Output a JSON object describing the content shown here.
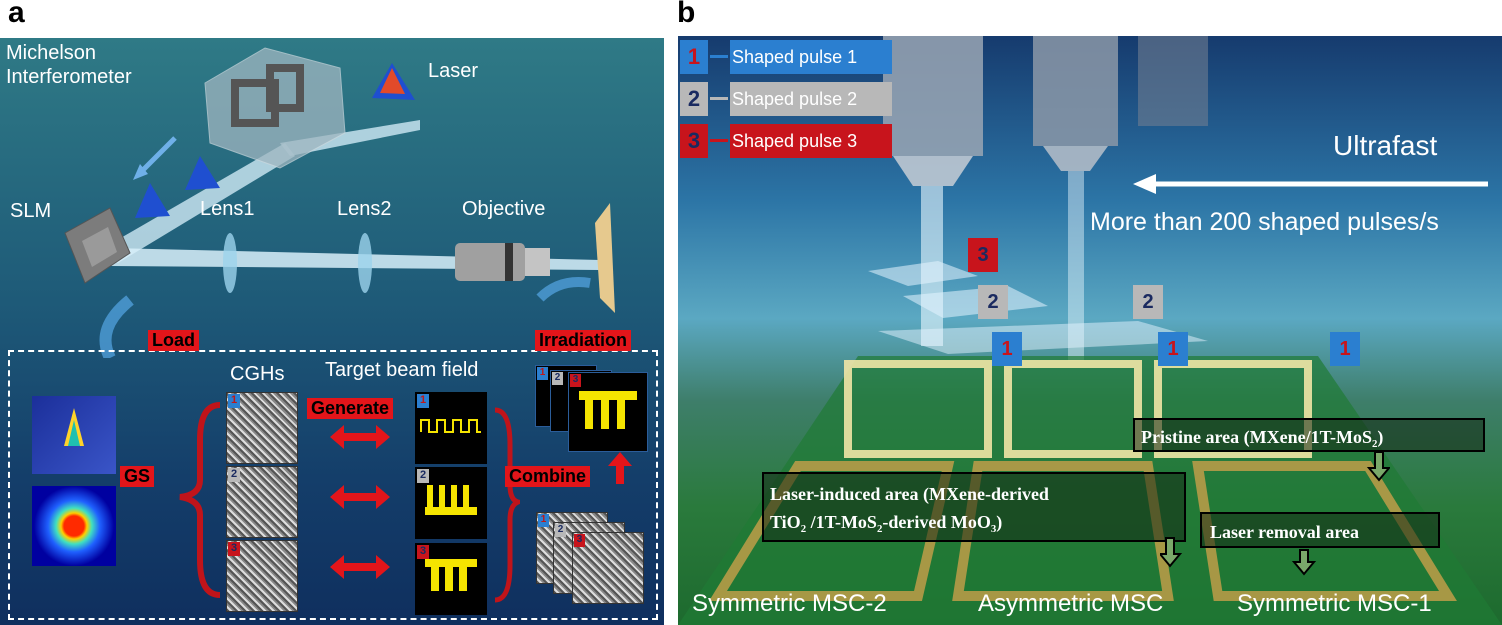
{
  "panel_a": {
    "letter": "a",
    "michelson": "Michelson\nInterferometer",
    "laser": "Laser",
    "slm": "SLM",
    "lens1": "Lens1",
    "lens2": "Lens2",
    "objective": "Objective",
    "load": "Load",
    "irradiation": "Irradiation",
    "cghs": "CGHs",
    "target_beam_field": "Target beam field",
    "generate": "Generate",
    "combine": "Combine",
    "gs": "GS",
    "tags": [
      "1",
      "2",
      "3"
    ]
  },
  "panel_b": {
    "letter": "b",
    "legend": [
      {
        "num": "1",
        "label": "Shaped pulse 1",
        "color": "#2b7fd0"
      },
      {
        "num": "2",
        "label": "Shaped pulse 2",
        "color": "#b8b8b8"
      },
      {
        "num": "3",
        "label": "Shaped pulse 3",
        "color": "#c8141c"
      }
    ],
    "ultrafast": "Ultrafast",
    "rate": "More than 200 shaped pulses/s",
    "pristine_prefix": "Pristine area (MXene/1T-MoS",
    "pristine_sub": "2",
    "pristine_suffix": ")",
    "laser_induced_line1": "Laser-induced area (MXene-derived",
    "laser_induced_l2_a": "TiO",
    "laser_induced_l2_b": "2",
    "laser_induced_l2_c": " /1T-MoS",
    "laser_induced_l2_d": "2",
    "laser_induced_l2_e": "-derived MoO",
    "laser_induced_l2_f": "3",
    "laser_induced_l2_g": ")",
    "removal": "Laser removal area",
    "msc_left": "Symmetric MSC-2",
    "msc_mid": "Asymmetric MSC",
    "msc_right": "Symmetric MSC-1",
    "tags": [
      "1",
      "2",
      "3"
    ]
  }
}
